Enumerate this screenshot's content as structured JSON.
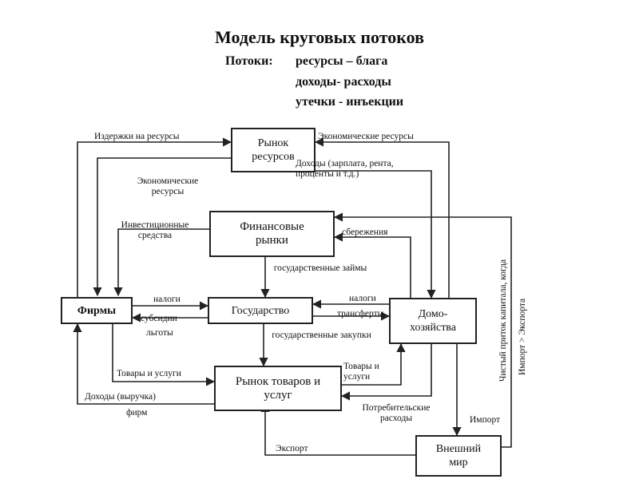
{
  "title": "Модель круговых потоков",
  "subtitle": {
    "prefix": "Потоки:",
    "line1": "ресурсы – блага",
    "line2": "доходы- расходы",
    "line3": "утечки - инъекции"
  },
  "nodes": {
    "resource_market": "Рынок ресурсов",
    "financial_markets": "Финансовые рынки",
    "firms": "Фирмы",
    "government": "Государство",
    "households": "Домо-хозяйства",
    "goods_market": "Рынок товаров и услуг",
    "foreign_world": "Внешний мир"
  },
  "flows": {
    "resource_costs": "Издержки на ресурсы",
    "economic_resources_top": "Экономические ресурсы",
    "incomes": "Доходы (зарплата, рента, проценты и т.д.)",
    "economic_resources_left": "Экономические ресурсы",
    "investment_funds": "Инвестиционные средства",
    "savings": "сбережения",
    "government_loans": "государственные займы",
    "taxes_left": "налоги",
    "subsidies": "субсидии",
    "benefits": "льготы",
    "taxes_right": "налоги",
    "transfers": "трансферты",
    "government_purchases": "государственные закупки",
    "goods_services_left": "Товары и услуги",
    "goods_services_right": "Товары и услуги",
    "revenue": "Доходы (выручка)",
    "firms_word": "фирм",
    "consumer_spending": "Потребительские расходы",
    "import": "Импорт",
    "export": "Экспорт",
    "net_capital_inflow": "Чистый приток капитала, когда",
    "import_gt_export": "Импорт > Экспорта"
  }
}
